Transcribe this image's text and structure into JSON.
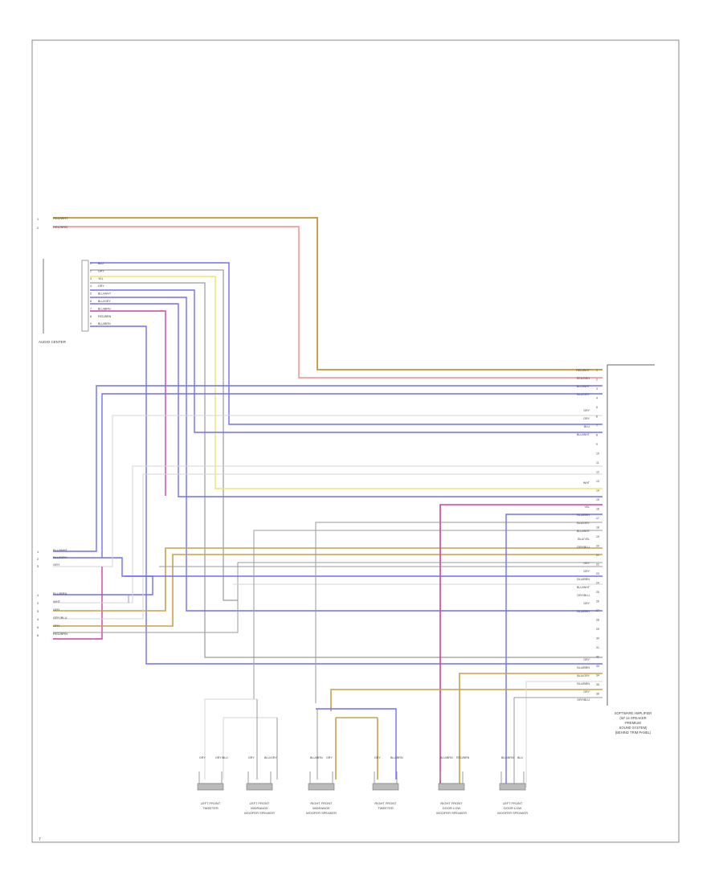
{
  "diagram": {
    "page_number": "7",
    "connectors": {
      "left_top_pins": [
        "1",
        "2"
      ],
      "left_top_wires": [
        "RED/WHT",
        "RED/BRN"
      ],
      "audio_unit_pins": [
        "1",
        "2",
        "3",
        "4",
        "5",
        "6",
        "7",
        "8",
        "9"
      ],
      "audio_unit_wires": [
        "BLU",
        "GRY",
        "YEL",
        "GRY",
        "BLU/WHT",
        "BLU/GRY",
        "BLU/BRN",
        "RED/BRN",
        "BLU/BRN"
      ],
      "audio_unit_label": "AUDIO CENTER",
      "left_mid_pins_a": [
        "1",
        "2",
        "3"
      ],
      "left_mid_wires_a": [
        "BLU/WHT",
        "BLU/GRY",
        "GRY"
      ],
      "left_mid_pins_b": [
        "1",
        "2",
        "3",
        "4",
        "5",
        "6"
      ],
      "left_mid_wires_b": [
        "BLU/BRN",
        "WHT",
        "GRY",
        "GRY/BLU",
        "GRY",
        "RED/BRN"
      ]
    },
    "amplifier": {
      "label_lines": [
        "SOFTWARE AMPLIFIER",
        "(W/ 14 SPEAKER",
        "PREMIUM",
        "SOUND SYSTEM)",
        "(BEHIND TRIM PANEL)"
      ],
      "pins": [
        "1",
        "2",
        "3",
        "4",
        "5",
        "6",
        "7",
        "8",
        "9",
        "10",
        "11",
        "12",
        "13",
        "14",
        "15",
        "16",
        "17",
        "18",
        "19",
        "20",
        "21",
        "22",
        "23",
        "24",
        "25",
        "26",
        "27",
        "28",
        "29",
        "30",
        "31",
        "32",
        "33",
        "34",
        "35",
        "36"
      ],
      "wires": [
        "RED/WHT",
        "RED/BRN",
        "BLU/WHT",
        "BLU/GRY",
        "",
        "GRY",
        "GRY",
        "BLU",
        "BLU/WHT",
        "",
        "",
        "",
        "",
        "",
        "WHT",
        "",
        "",
        "YEL",
        "BLU/BRN",
        "BLU/GRY",
        "BLU/WHT",
        "BLU/YEL",
        "GRY/BLU",
        "",
        "GRY",
        "GRY",
        "BLU/BRN",
        "BLU/WHT",
        "GRY/BLU",
        "GRY",
        "BLU/BRN",
        "",
        "",
        "",
        "",
        "",
        "GRY",
        "BLU/BRN",
        "BLU/GRY",
        "BLU/BRN",
        "GRY",
        "GRY/BLU"
      ]
    },
    "speakers": [
      {
        "wires": [
          "GRY",
          "GRY/BLU"
        ],
        "label_lines": [
          "LEFT FRONT",
          "TWEETER"
        ]
      },
      {
        "wires": [
          "GRY",
          "BLU/GRY"
        ],
        "label_lines": [
          "LEFT FRONT",
          "MIDRANGE",
          "WOOFER SPEAKER"
        ]
      },
      {
        "wires": [
          "BLU/BRN",
          "GRY"
        ],
        "label_lines": [
          "RIGHT FRONT",
          "MIDRANGE",
          "WOOFER SPEAKER"
        ]
      },
      {
        "wires": [
          "GRY",
          "BLU/BRN"
        ],
        "label_lines": [
          "RIGHT FRONT",
          "TWEETER"
        ]
      },
      {
        "wires": [
          "BLU/BRN",
          "RED/BRN"
        ],
        "label_lines": [
          "RIGHT FRONT",
          "DOOR LOW",
          "WOOFER SPEAKER"
        ]
      },
      {
        "wires": [
          "BLU/BRN",
          "BLU"
        ],
        "label_lines": [
          "LEFT FRONT",
          "DOOR LOW",
          "WOOFER SPEAKER"
        ]
      }
    ]
  }
}
